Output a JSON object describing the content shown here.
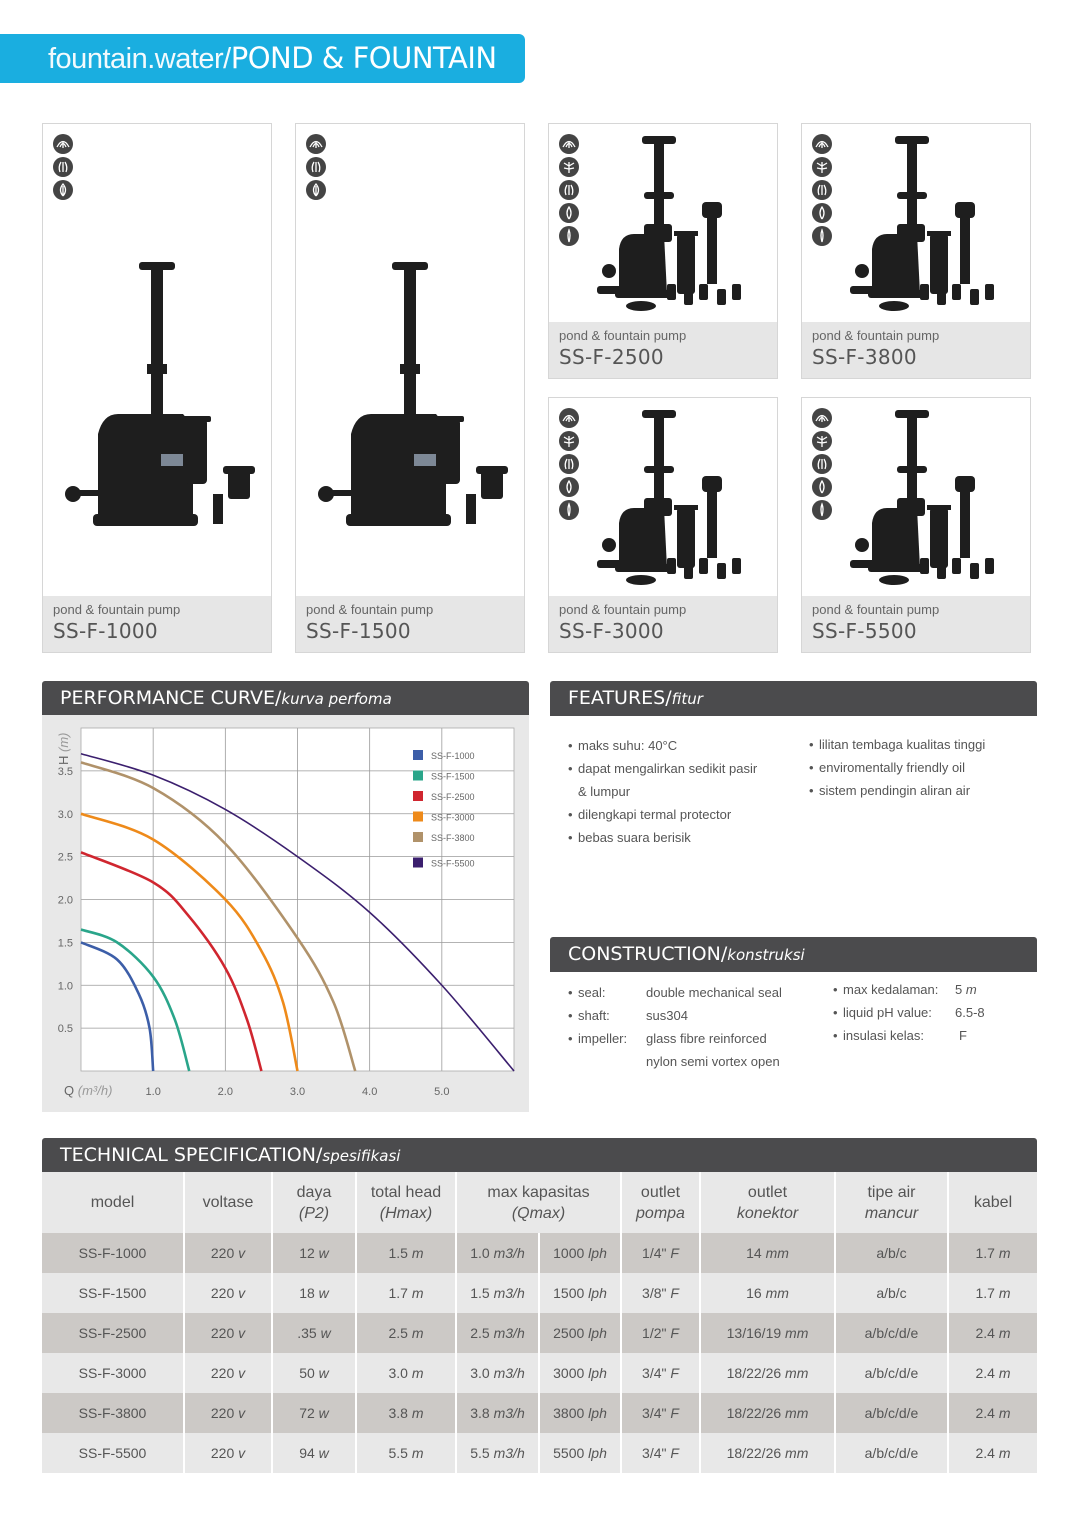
{
  "banner": {
    "prefix": "fountain.water/",
    "title": "POND & FOUNTAIN"
  },
  "products": [
    {
      "subtitle": "pond & fountain pump",
      "model": "SS-F-1000",
      "icons": [
        "spray-arc-icon",
        "jet-streams-icon",
        "leaf-spray-icon"
      ]
    },
    {
      "subtitle": "pond & fountain pump",
      "model": "SS-F-1500",
      "icons": [
        "spray-arc-icon",
        "jet-streams-icon",
        "leaf-spray-icon"
      ]
    },
    {
      "subtitle": "pond & fountain pump",
      "model": "SS-F-2500",
      "icons": [
        "spray-arc-icon",
        "tree-spray-icon",
        "jet-streams-icon",
        "tulip-spray-icon",
        "single-jet-icon"
      ]
    },
    {
      "subtitle": "pond & fountain pump",
      "model": "SS-F-3800",
      "icons": [
        "spray-arc-icon",
        "tree-spray-icon",
        "jet-streams-icon",
        "tulip-spray-icon",
        "single-jet-icon"
      ]
    },
    {
      "subtitle": "pond & fountain pump",
      "model": "SS-F-3000",
      "icons": [
        "spray-arc-icon",
        "tree-spray-icon",
        "jet-streams-icon",
        "tulip-spray-icon",
        "single-jet-icon"
      ]
    },
    {
      "subtitle": "pond & fountain pump",
      "model": "SS-F-5500",
      "icons": [
        "spray-arc-icon",
        "tree-spray-icon",
        "jet-streams-icon",
        "tulip-spray-icon",
        "single-jet-icon"
      ]
    }
  ],
  "performance": {
    "title": "PERFORMANCE CURVE/",
    "title_italic": "kurva perfoma"
  },
  "chart_data": {
    "type": "line",
    "ylabel": "H",
    "ylabel_unit": "(m)",
    "xlabel": "Q",
    "xlabel_unit": "(m³/h)",
    "xlim": [
      0,
      6
    ],
    "ylim": [
      0,
      4
    ],
    "xticks": [
      "1.0",
      "2.0",
      "3.0",
      "4.0",
      "5.0"
    ],
    "yticks": [
      "0.5",
      "1.0",
      "1.5",
      "2.0",
      "2.5",
      "3.0",
      "3.5"
    ],
    "grid": true,
    "legend": "top-right",
    "series": [
      {
        "name": "SS-F-1000",
        "color": "#3c5ea8",
        "points": [
          [
            0,
            1.5
          ],
          [
            0.5,
            1.3
          ],
          [
            0.8,
            0.9
          ],
          [
            0.95,
            0.5
          ],
          [
            1.0,
            0
          ]
        ]
      },
      {
        "name": "SS-F-1500",
        "color": "#2aa58a",
        "points": [
          [
            0,
            1.65
          ],
          [
            0.5,
            1.5
          ],
          [
            1.0,
            1.1
          ],
          [
            1.3,
            0.6
          ],
          [
            1.5,
            0
          ]
        ]
      },
      {
        "name": "SS-F-2500",
        "color": "#d0262f",
        "points": [
          [
            0,
            2.55
          ],
          [
            1.0,
            2.2
          ],
          [
            1.5,
            1.8
          ],
          [
            2.0,
            1.2
          ],
          [
            2.3,
            0.6
          ],
          [
            2.5,
            0
          ]
        ]
      },
      {
        "name": "SS-F-3000",
        "color": "#ee8a1a",
        "points": [
          [
            0,
            3.0
          ],
          [
            1.0,
            2.7
          ],
          [
            2.0,
            2.0
          ],
          [
            2.5,
            1.4
          ],
          [
            2.8,
            0.8
          ],
          [
            3.0,
            0
          ]
        ]
      },
      {
        "name": "SS-F-3800",
        "color": "#b0926a",
        "points": [
          [
            0,
            3.6
          ],
          [
            1.0,
            3.3
          ],
          [
            2.0,
            2.65
          ],
          [
            3.0,
            1.55
          ],
          [
            3.5,
            0.8
          ],
          [
            3.8,
            0
          ]
        ]
      },
      {
        "name": "SS-F-5500",
        "color": "#3b1f6e",
        "points": [
          [
            0,
            3.7
          ],
          [
            1.0,
            3.45
          ],
          [
            2.0,
            3.05
          ],
          [
            3.0,
            2.5
          ],
          [
            4.0,
            1.85
          ],
          [
            5.0,
            1.0
          ],
          [
            6.0,
            0
          ]
        ]
      }
    ]
  },
  "features": {
    "title": "FEATURES/",
    "title_italic": "fitur",
    "left": [
      "maks suhu: 40°C",
      "dapat mengalirkan sedikit pasir",
      "& lumpur",
      "dilengkapi termal protector",
      "bebas suara berisik"
    ],
    "right": [
      "lilitan tembaga kualitas tinggi",
      "enviromentally friendly oil",
      "sistem pendingin aliran air"
    ]
  },
  "construction": {
    "title": "CONSTRUCTION/",
    "title_italic": "konstruksi",
    "left": [
      {
        "k": "seal:",
        "v": "double mechanical seal"
      },
      {
        "k": "shaft:",
        "v": "sus304"
      },
      {
        "k": "impeller:",
        "v": "glass fibre reinforced"
      },
      {
        "k": "",
        "v": "nylon semi vortex open"
      }
    ],
    "right": [
      {
        "k": "max kedalaman:",
        "v": "5",
        "u": "m"
      },
      {
        "k": "liquid pH value:",
        "v": "6.5-8",
        "u": ""
      },
      {
        "k": "insulasi kelas:",
        "v": "F",
        "u": ""
      }
    ]
  },
  "spec": {
    "title": "TECHNICAL SPECIFICATION/",
    "title_italic": "spesifikasi",
    "headers": [
      [
        "model",
        ""
      ],
      [
        "voltase",
        ""
      ],
      [
        "daya",
        "(P2)"
      ],
      [
        "total head",
        "(Hmax)"
      ],
      [
        "max kapasitas",
        "(Qmax)"
      ],
      [
        "outlet",
        "pompa"
      ],
      [
        "outlet",
        "konektor"
      ],
      [
        "tipe air",
        "mancur"
      ],
      [
        "kabel",
        ""
      ]
    ],
    "rows": [
      [
        "SS-F-1000",
        "220 v",
        "12 w",
        "1.5 m",
        "1.0 m3/h",
        "1000 lph",
        "1/4\" F",
        "14 mm",
        "a/b/c",
        "1.7 m"
      ],
      [
        "SS-F-1500",
        "220 v",
        "18 w",
        "1.7 m",
        "1.5 m3/h",
        "1500 lph",
        "3/8\" F",
        "16 mm",
        "a/b/c",
        "1.7 m"
      ],
      [
        "SS-F-2500",
        "220 v",
        ".35 w",
        "2.5 m",
        "2.5 m3/h",
        "2500 lph",
        "1/2\" F",
        "13/16/19 mm",
        "a/b/c/d/e",
        "2.4 m"
      ],
      [
        "SS-F-3000",
        "220 v",
        "50 w",
        "3.0 m",
        "3.0 m3/h",
        "3000 lph",
        "3/4\" F",
        "18/22/26 mm",
        "a/b/c/d/e",
        "2.4 m"
      ],
      [
        "SS-F-3800",
        "220 v",
        "72 w",
        "3.8 m",
        "3.8 m3/h",
        "3800 lph",
        "3/4\" F",
        "18/22/26 mm",
        "a/b/c/d/e",
        "2.4 m"
      ],
      [
        "SS-F-5500",
        "220 v",
        "94 w",
        "5.5 m",
        "5.5 m3/h",
        "5500 lph",
        "3/4\" F",
        "18/22/26 mm",
        "a/b/c/d/e",
        "2.4 m"
      ]
    ]
  }
}
